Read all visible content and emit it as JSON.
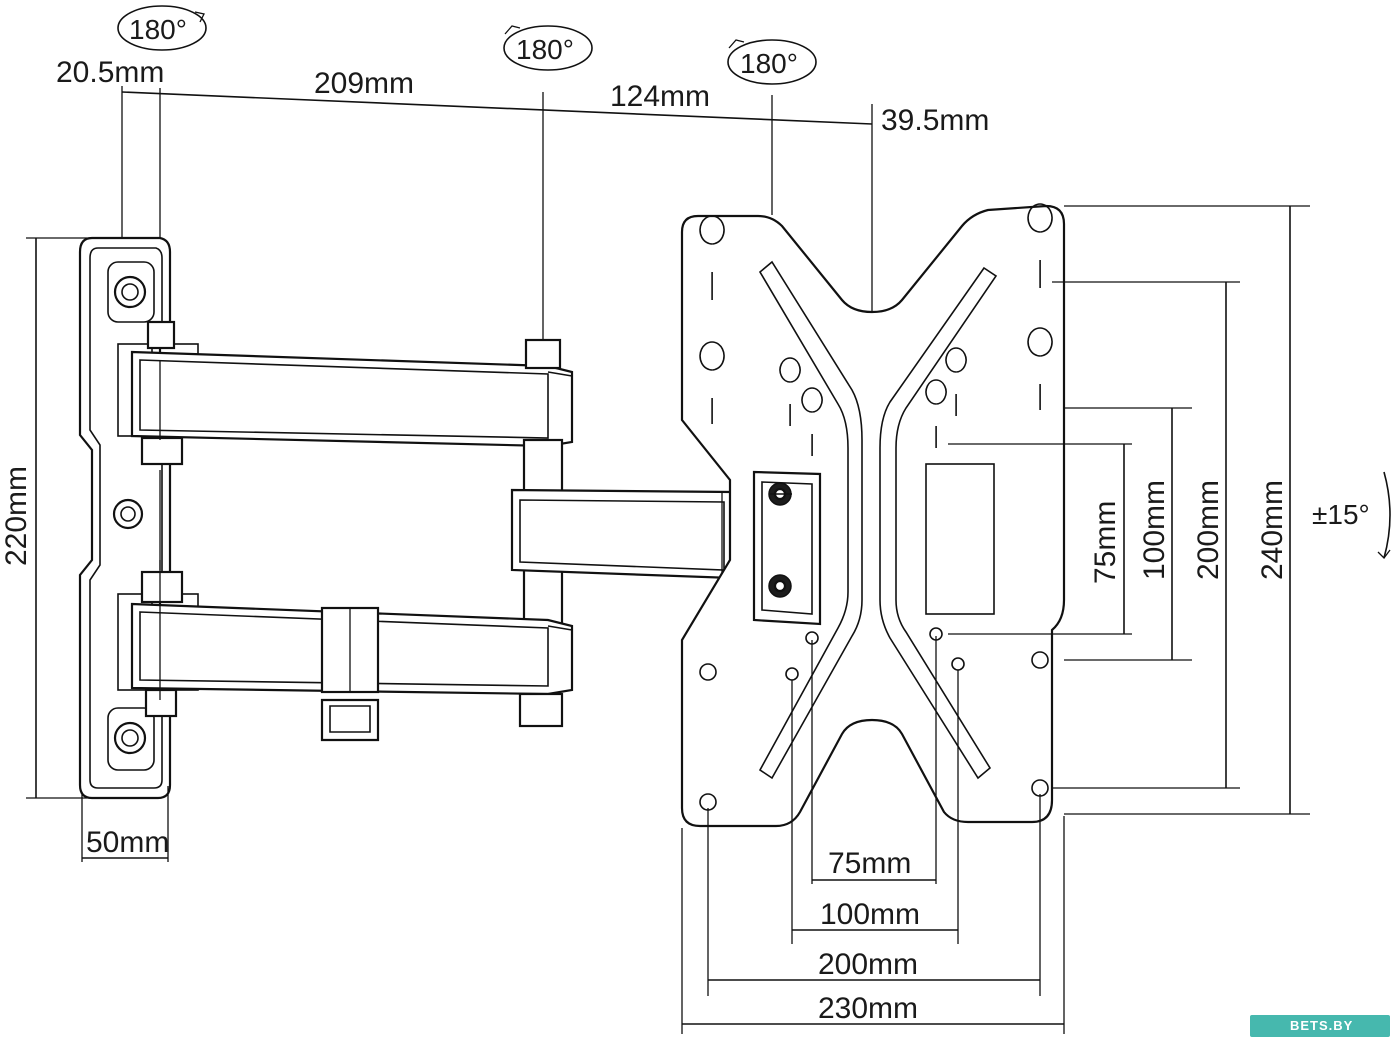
{
  "diagram": {
    "rotation_labels": [
      "180°",
      "180°",
      "180°"
    ],
    "tilt_label": "±15°",
    "top_dimensions": {
      "wall_offset": "20.5mm",
      "arm1": "209mm",
      "arm2": "124mm",
      "plate_offset": "39.5mm"
    },
    "wall_plate": {
      "height": "220mm",
      "width": "50mm"
    },
    "vesa_vertical": [
      "75mm",
      "100mm",
      "200mm",
      "240mm"
    ],
    "vesa_horizontal": [
      "75mm",
      "100mm",
      "200mm",
      "230mm"
    ]
  },
  "watermark": "BETS.BY"
}
